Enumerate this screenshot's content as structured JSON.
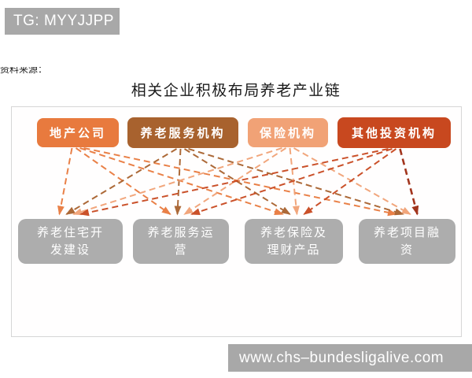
{
  "banner": {
    "text": "TG: MYYJJPP"
  },
  "caption_fragment": "资料来源：",
  "title": "相关企业积极布局养老产业链",
  "diagram": {
    "top_boxes": [
      {
        "label": "地产公司",
        "color": "#E87A3E"
      },
      {
        "label": "养老服务机构",
        "color": "#A8622E"
      },
      {
        "label": "保险机构",
        "color": "#F1A276"
      },
      {
        "label": "其他投资机构",
        "color": "#C8481F"
      }
    ],
    "bottom_boxes": [
      {
        "label": "养老住宅开\n发建设",
        "color": "#ADADAD"
      },
      {
        "label": "养老服务运\n营",
        "color": "#ADADAD"
      },
      {
        "label": "养老保险及\n理财产品",
        "color": "#ADADAD"
      },
      {
        "label": "养老项目融\n资",
        "color": "#ADADAD"
      }
    ],
    "links": [
      {
        "from": 0,
        "to": 0
      },
      {
        "from": 0,
        "to": 1
      },
      {
        "from": 0,
        "to": 2
      },
      {
        "from": 0,
        "to": 3
      },
      {
        "from": 1,
        "to": 0
      },
      {
        "from": 1,
        "to": 1
      },
      {
        "from": 1,
        "to": 2
      },
      {
        "from": 1,
        "to": 3
      },
      {
        "from": 2,
        "to": 0
      },
      {
        "from": 2,
        "to": 1
      },
      {
        "from": 2,
        "to": 2
      },
      {
        "from": 2,
        "to": 3
      },
      {
        "from": 3,
        "to": 0
      },
      {
        "from": 3,
        "to": 1
      },
      {
        "from": 3,
        "to": 2
      },
      {
        "from": 3,
        "to": 3,
        "emphasis": true
      }
    ],
    "arrow_style": "dashed"
  },
  "watermark": {
    "text": "www.chs–bundesligalive.com"
  },
  "colors": {
    "banner_bg": "#A8A8A8",
    "watermark_bg": "#A8A8A8",
    "panel_border": "#D6D6D6",
    "arrow_highlight": "#9E2B12"
  }
}
